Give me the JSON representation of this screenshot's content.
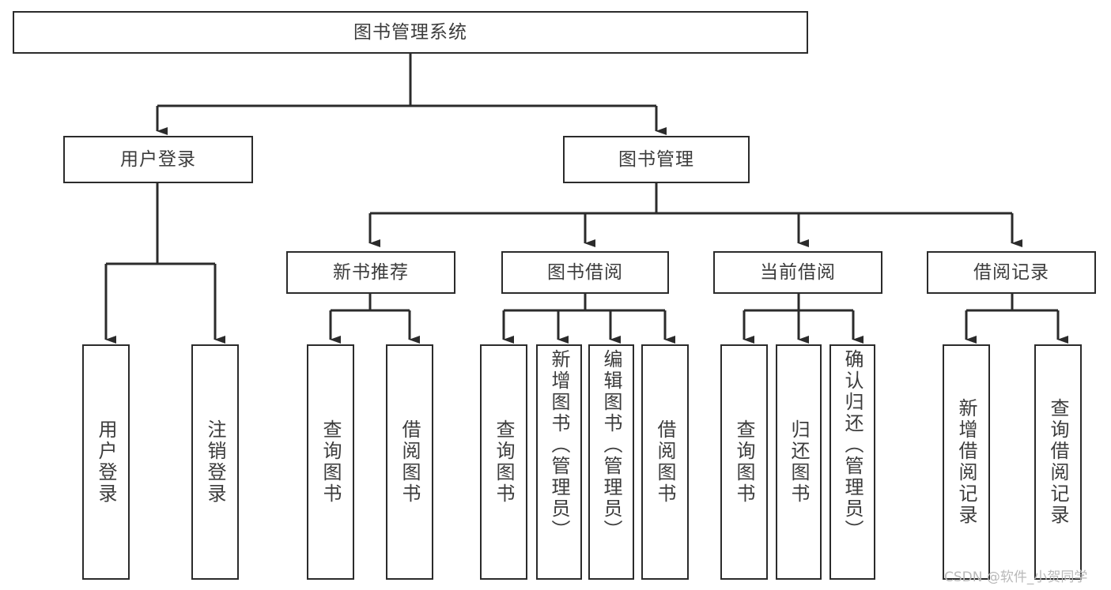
{
  "diagram": {
    "title": "图书管理系统",
    "type": "hierarchy-tree",
    "colors": {
      "stroke": "#2b2b2b",
      "node_fill": "#ffffff",
      "text": "#3c3c3c",
      "background": "#ffffff",
      "watermark": "#b9b9b9"
    },
    "root": {
      "label": "图书管理系统"
    },
    "level2": [
      {
        "label": "用户登录"
      },
      {
        "label": "图书管理"
      }
    ],
    "level3": [
      {
        "label": "新书推荐"
      },
      {
        "label": "图书借阅"
      },
      {
        "label": "当前借阅"
      },
      {
        "label": "借阅记录"
      }
    ],
    "leaves": {
      "user_login": [
        {
          "label": "用户登录"
        },
        {
          "label": "注销登录"
        }
      ],
      "new_book_recommend": [
        {
          "label": "查询图书"
        },
        {
          "label": "借阅图书"
        }
      ],
      "book_borrow": [
        {
          "label": "查询图书"
        },
        {
          "label": "新增图书（管理员）"
        },
        {
          "label": "编辑图书（管理员）"
        },
        {
          "label": "借阅图书"
        }
      ],
      "current_borrow": [
        {
          "label": "查询图书"
        },
        {
          "label": "归还图书"
        },
        {
          "label": "确认归还（管理员）"
        }
      ],
      "borrow_records": [
        {
          "label": "新增借阅记录"
        },
        {
          "label": "查询借阅记录"
        }
      ]
    }
  },
  "watermark": {
    "text": "CSDN @软件_小贺同学"
  }
}
